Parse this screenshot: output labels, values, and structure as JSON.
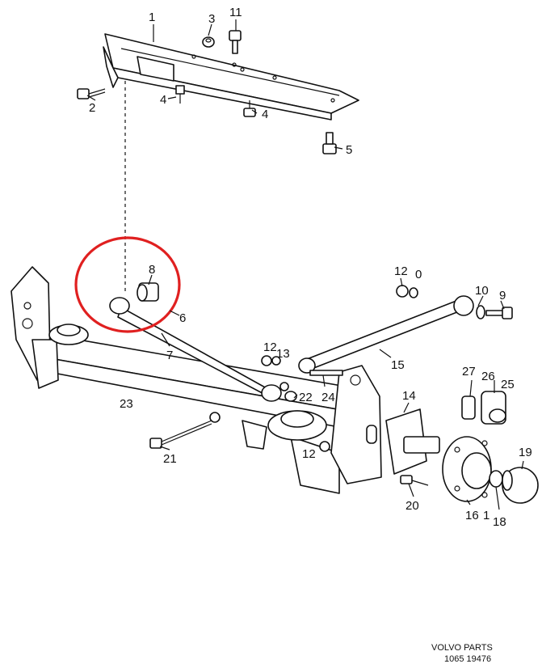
{
  "colors": {
    "highlight": "#e02020",
    "ink": "#111111",
    "paper": "#ffffff"
  },
  "labels": {
    "l1": "1",
    "l2": "2",
    "l3": "3",
    "l4a": "4",
    "l4b": "4",
    "l5": "5",
    "l6": "6",
    "l7": "7",
    "l8": "8",
    "l9": "9",
    "l10": "10",
    "l11": "11",
    "l12a": "12",
    "l12b": "12",
    "l12c": "12",
    "l13": "13",
    "l0": "0",
    "l14": "14",
    "l15": "15",
    "l16": "16",
    "l1b": "1",
    "l18": "18",
    "l19": "19",
    "l20": "20",
    "l21": "21",
    "l22": "22",
    "l23": "23",
    "l24": "24",
    "l25": "25",
    "l26": "26",
    "l27": "27"
  },
  "footer": {
    "brand": "VOLVO PARTS",
    "code": "1065  19476"
  }
}
